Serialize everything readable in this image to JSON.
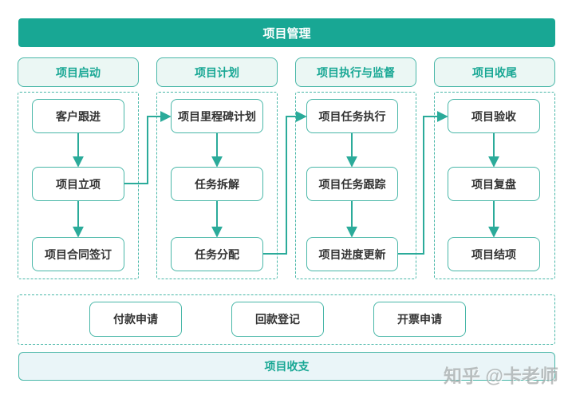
{
  "diagram": {
    "title": "项目管理",
    "phases": [
      {
        "header": "项目启动",
        "steps": [
          "客户跟进",
          "项目立项",
          "项目合同签订"
        ]
      },
      {
        "header": "项目计划",
        "steps": [
          "项目里程碑计划",
          "任务拆解",
          "任务分配"
        ]
      },
      {
        "header": "项目执行与监督",
        "steps": [
          "项目任务执行",
          "项目任务跟踪",
          "项目进度更新"
        ]
      },
      {
        "header": "项目收尾",
        "steps": [
          "项目验收",
          "项目复盘",
          "项目结项"
        ]
      }
    ],
    "finance_row": {
      "steps": [
        "付款申请",
        "回款登记",
        "开票申请"
      ]
    },
    "footer": {
      "title": "项目收支"
    },
    "watermark": {
      "text": "知乎 @卡老师"
    }
  },
  "colors": {
    "teal": "#18A794",
    "teal-border": "#49B7A8",
    "line": "#2BAB9A",
    "mint-bg": "#EBF7F4",
    "cyan-bg": "#EAF5F8",
    "ink": "#333333",
    "watermark": "#A8ACAC"
  }
}
